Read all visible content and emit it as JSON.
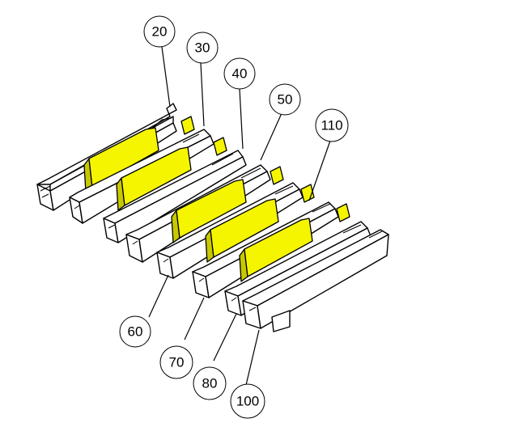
{
  "colors": {
    "insert_fill": "#f5f500",
    "insert_shade": "#c8c800",
    "line": "#000000",
    "background": "#ffffff"
  },
  "callouts": [
    "20",
    "30",
    "40",
    "50",
    "110",
    "60",
    "70",
    "80",
    "100"
  ]
}
